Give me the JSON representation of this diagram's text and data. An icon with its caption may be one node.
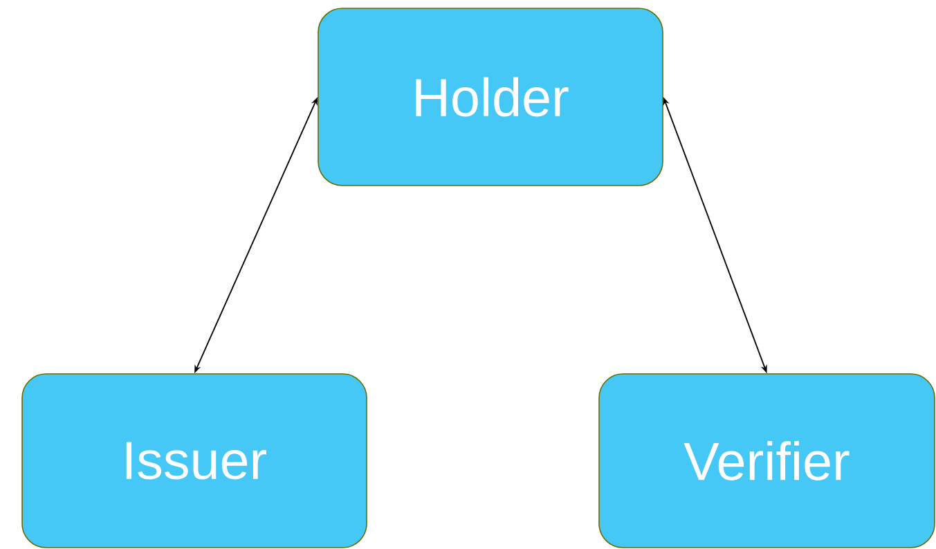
{
  "diagram": {
    "nodes": [
      {
        "text": [
          "Holder"
        ]
      },
      {
        "text": [
          "Issuer"
        ]
      },
      {
        "text": [
          "Verifier"
        ]
      }
    ],
    "edges": [
      {
        "from": 0,
        "to": 1,
        "arrow": "both"
      },
      {
        "from": 0,
        "to": 2,
        "arrow": "both"
      }
    ]
  }
}
